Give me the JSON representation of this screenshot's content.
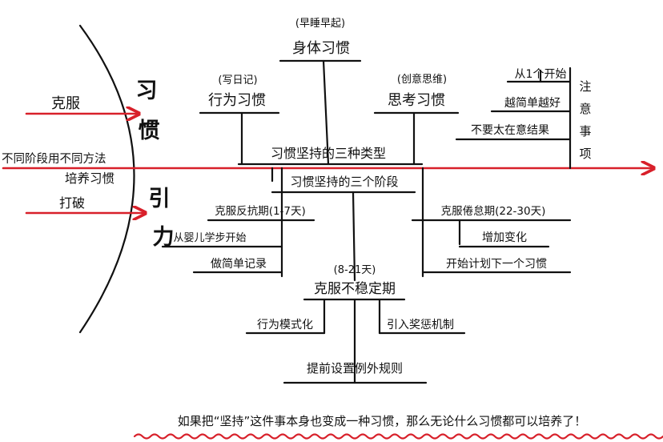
{
  "colors": {
    "ink": "#111111",
    "accent": "#d8202a"
  },
  "left": {
    "ke_fu": "克服",
    "different_methods": "不同阶段用不同方法",
    "cultivate_habit": "培养习惯",
    "da_po": "打破"
  },
  "vertical_title": {
    "chars_top": [
      "习",
      "惯"
    ],
    "chars_bottom": [
      "引",
      "力"
    ]
  },
  "top": {
    "morning_note": "(早睡早起)",
    "body_habit": "身体习惯",
    "diary_note": "(写日记)",
    "behavior_habit": "行为习惯",
    "thinking_note": "(创意思维)",
    "thinking_habit": "思考习惯",
    "three_types": "习惯坚持的三种类型"
  },
  "notes": {
    "items": [
      "从1个开始",
      "越简单越好",
      "不要太在意结果"
    ],
    "label_chars": [
      "注",
      "意",
      "事",
      "项"
    ]
  },
  "spine_label": "习惯坚持的三个阶段",
  "stage1": {
    "title": "克服反抗期(1-7天)",
    "items": [
      "从婴儿学步开始",
      "做简单记录"
    ]
  },
  "stage2": {
    "days": "(8-21天)",
    "title": "克服不稳定期",
    "items": [
      "行为模式化",
      "引入奖惩机制",
      "提前设置例外规则"
    ]
  },
  "stage3": {
    "title": "克服倦怠期(22-30天)",
    "items": [
      "增加变化",
      "开始计划下一个习惯"
    ]
  },
  "footer": "如果把“坚持”这件事本身也变成一种习惯，那么无论什么习惯都可以培养了！"
}
